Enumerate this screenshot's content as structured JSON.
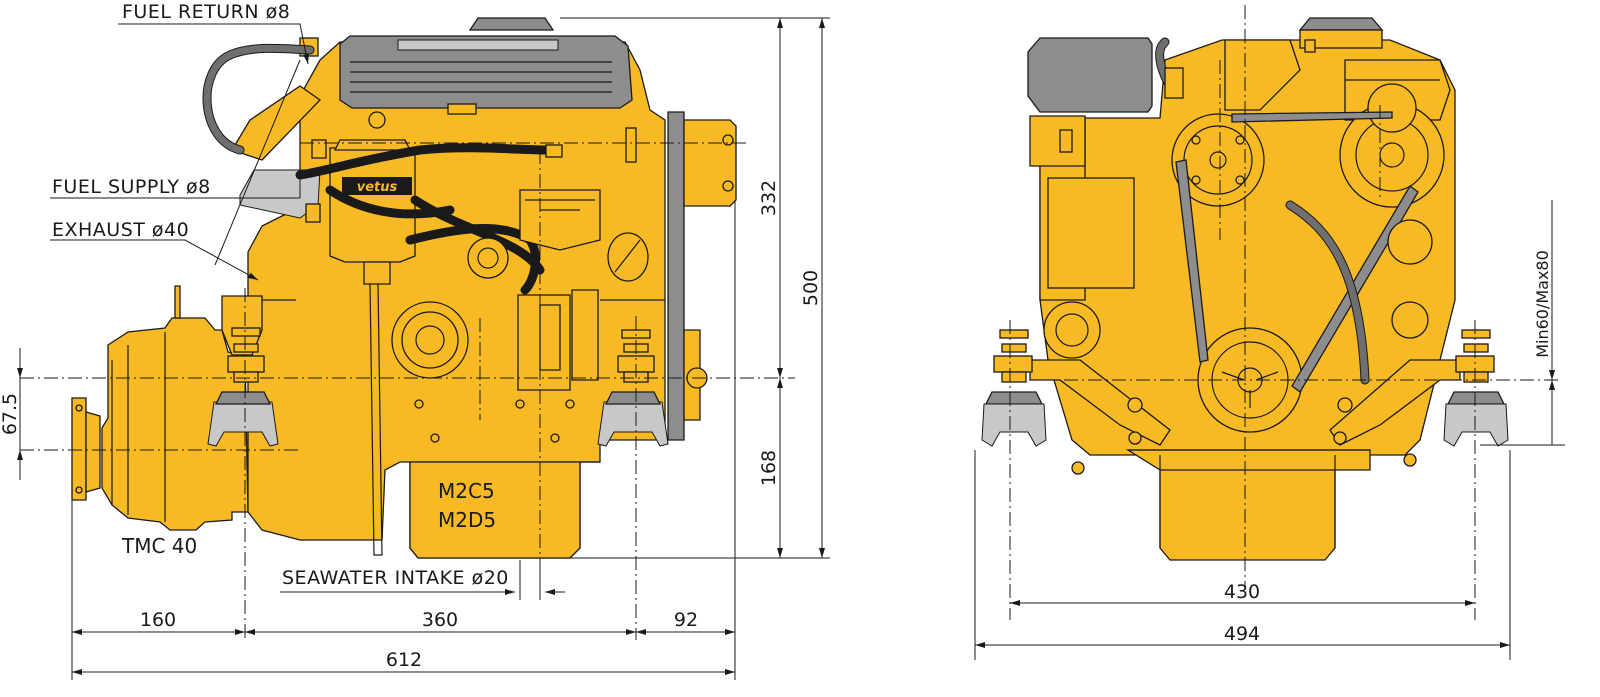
{
  "colors": {
    "engine_body": "#f7b924",
    "rubber_and_covers": "#8d8d8d",
    "line_work": "#1a1a1a"
  },
  "labels": {
    "fuel_return": "FUEL RETURN ø8",
    "fuel_supply": "FUEL SUPPLY ø8",
    "exhaust": "EXHAUST ø40",
    "seawater_intake": "SEAWATER INTAKE ø20",
    "gearbox_model": "TMC 40",
    "engine_model_1": "M2C5",
    "engine_model_2": "M2D5",
    "brand_logo": "vetus"
  },
  "dimensions": {
    "side_view": {
      "shaft_offset": "67.5",
      "gearbox_length": "160",
      "engine_length": "360",
      "front_overhang": "92",
      "total_length": "612",
      "upper_height": "332",
      "lower_height": "168",
      "total_height": "500"
    },
    "front_view": {
      "mount_spacing": "430",
      "total_width": "494",
      "mount_height": "Min60/Max80"
    }
  }
}
